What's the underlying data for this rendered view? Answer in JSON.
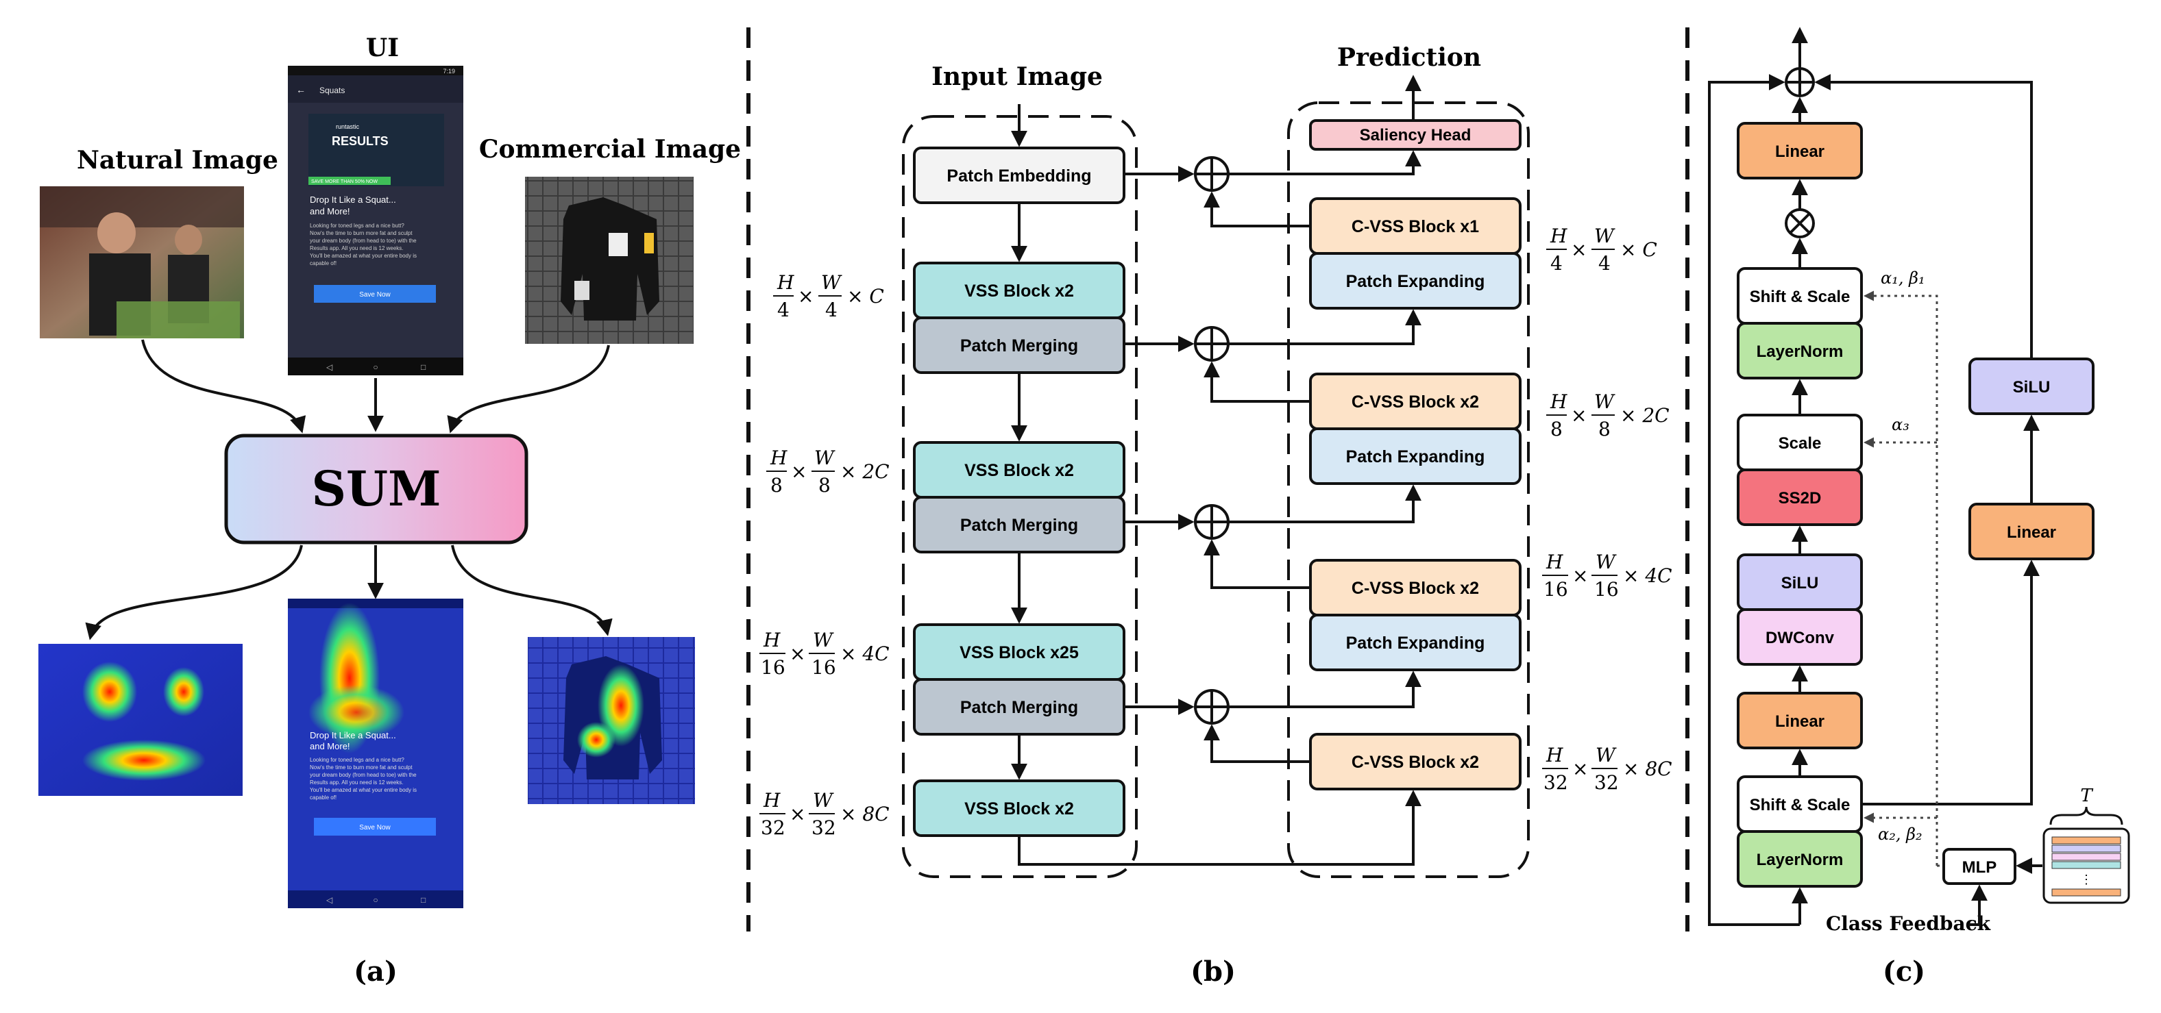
{
  "panel_a": {
    "caption": "(a)",
    "inputs": {
      "natural_label": "Natural Image",
      "ui_label": "UI",
      "commercial_label": "Commercial Image"
    },
    "model_label": "SUM",
    "phone": {
      "status_time": "7:19",
      "back_title": "Squats",
      "brand": "runtastic",
      "banner_title": "RESULTS",
      "banner_cta": "SAVE MORE THAN 50% NOW",
      "heading_line1": "Drop It Like a Squat...",
      "heading_line2": "and More!",
      "body_lines": [
        "Looking for toned legs and a nice butt?",
        "Now's the time to burn more fat and sculpt",
        "your dream body (from head to toe) with the",
        "Results app. All you need is 12 weeks.",
        "You'll be amazed at what your entire body is",
        "capable of!"
      ],
      "button_label": "Save Now"
    }
  },
  "panel_b": {
    "caption": "(b)",
    "encoder_title": "Input Image",
    "decoder_title": "Prediction",
    "encoder_blocks": {
      "patch_embedding": "Patch Embedding",
      "vss1": "VSS Block x2",
      "merge1": "Patch Merging",
      "vss2": "VSS Block x2",
      "merge2": "Patch Merging",
      "vss3": "VSS Block x25",
      "merge3": "Patch Merging",
      "vss4": "VSS Block x2"
    },
    "decoder_blocks": {
      "saliency_head": "Saliency Head",
      "cvss1": "C-VSS Block x1",
      "expand1": "Patch Expanding",
      "cvss2": "C-VSS Block x2",
      "expand2": "Patch Expanding",
      "cvss3": "C-VSS Block x2",
      "expand3": "Patch Expanding",
      "cvss4": "C-VSS Block x2"
    },
    "dims": {
      "d1": {
        "h": "H",
        "hd": "4",
        "w": "W",
        "wd": "4",
        "c": "× C"
      },
      "d2": {
        "h": "H",
        "hd": "8",
        "w": "W",
        "wd": "8",
        "c": "× 2C"
      },
      "d3": {
        "h": "H",
        "hd": "16",
        "w": "W",
        "wd": "16",
        "c": "× 4C"
      },
      "d4": {
        "h": "H",
        "hd": "32",
        "w": "W",
        "wd": "32",
        "c": "× 8C"
      }
    }
  },
  "panel_c": {
    "caption": "(c)",
    "blocks": {
      "linear_top": "Linear",
      "shift_scale_top": "Shift & Scale",
      "layernorm_top": "LayerNorm",
      "scale": "Scale",
      "ss2d": "SS2D",
      "silu_mid": "SiLU",
      "dwconv": "DWConv",
      "linear_mid": "Linear",
      "shift_scale_bottom": "Shift & Scale",
      "layernorm_bottom": "LayerNorm",
      "silu_right": "SiLU",
      "linear_right": "Linear",
      "mlp": "MLP"
    },
    "params": {
      "a1b1": "α₁, β₁",
      "a3": "α₃",
      "a2b2": "α₂, β₂",
      "t": "T"
    },
    "class_feedback": "Class Feedback"
  },
  "colors": {
    "vss": "#aee3e3",
    "merging": "#bcc6d0",
    "cvss": "#fde3c8",
    "expanding": "#d7e8f5",
    "saliency": "#f9c9cf",
    "linear": "#f9b27a",
    "layernorm": "#b9e6a4",
    "ss2d": "#f4737e",
    "silu": "#cfcdf8",
    "dwconv": "#f7d2f4",
    "white": "#ffffff"
  }
}
